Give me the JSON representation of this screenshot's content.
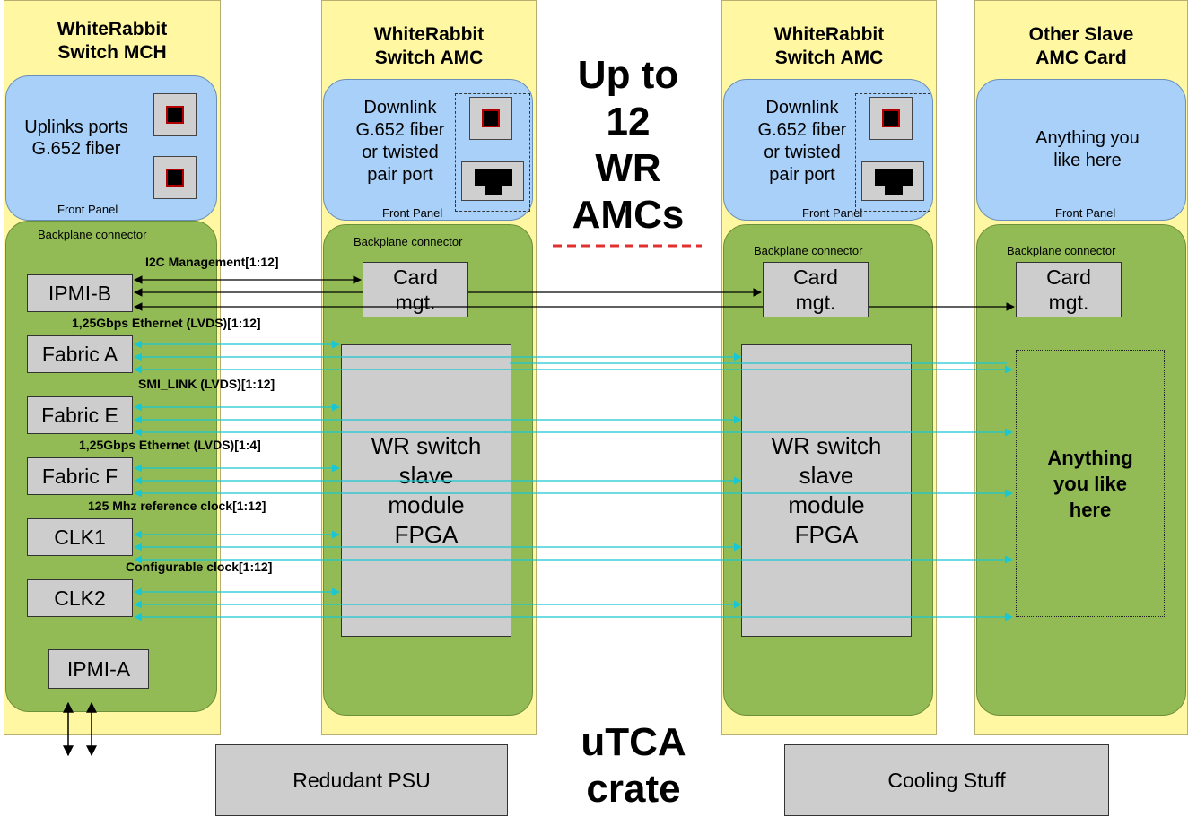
{
  "cards": {
    "mch_title": "WhiteRabbit\nSwitch MCH",
    "amc1_title": "WhiteRabbit\nSwitch AMC",
    "amc2_title": "WhiteRabbit\nSwitch AMC",
    "slave_title": "Other Slave\nAMC Card"
  },
  "labels": {
    "front_panel": "Front Panel",
    "backplane_connector": "Backplane connector",
    "uplinks": "Uplinks ports\nG.652 fiber",
    "downlink": "Downlink\nG.652 fiber\nor twisted\npair port",
    "anything_front": "Anything you\nlike here",
    "anything_back": "Anything\nyou like\nhere",
    "card_mgt": "Card\nmgt.",
    "wr_switch": "WR switch\nslave\nmodule\nFPGA"
  },
  "mch_blocks": {
    "ipmi_b": "IPMI-B",
    "fabric_a": "Fabric A",
    "fabric_e": "Fabric E",
    "fabric_f": "Fabric F",
    "clk1": "CLK1",
    "clk2": "CLK2",
    "ipmi_a": "IPMI-A"
  },
  "signals": {
    "i2c": "I2C Management[1:12]",
    "eth12": "1,25Gbps Ethernet (LVDS)[1:12]",
    "smi": "SMI_LINK (LVDS)[1:12]",
    "eth4": "1,25Gbps Ethernet (LVDS)[1:4]",
    "refclk": "125 Mhz reference clock[1:12]",
    "confclk": "Configurable clock[1:12]"
  },
  "headline": {
    "up_to": "Up to\n12\nWR\nAMCs",
    "crate": "uTCA\ncrate"
  },
  "bottom": {
    "psu": "Redudant PSU",
    "cooling": "Cooling Stuff"
  },
  "colors": {
    "card_bg": "#fff7a1",
    "front_panel": "#a8d0f8",
    "backplane": "#92bb55",
    "block": "#cdcdcd",
    "link": "#19c7d4",
    "dash": "#e03030"
  }
}
